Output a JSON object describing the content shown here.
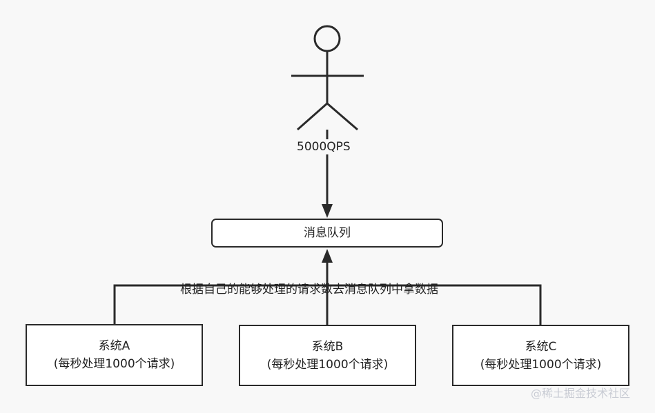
{
  "actor": {
    "label": "5000QPS"
  },
  "queue": {
    "label": "消息队列"
  },
  "connector": {
    "label": "根据自己的能够处理的请求数去消息队列中拿数据"
  },
  "systems": [
    {
      "name": "系统A",
      "rate": "(每秒处理1000个请求)"
    },
    {
      "name": "系统B",
      "rate": "(每秒处理1000个请求)"
    },
    {
      "name": "系统C",
      "rate": "(每秒处理1000个请求)"
    }
  ],
  "watermark": "@稀土掘金技术社区",
  "colors": {
    "background": "#f8f8f8",
    "stroke": "#2a2a2a",
    "box_fill": "#ffffff",
    "watermark": "#c9ccd4"
  }
}
